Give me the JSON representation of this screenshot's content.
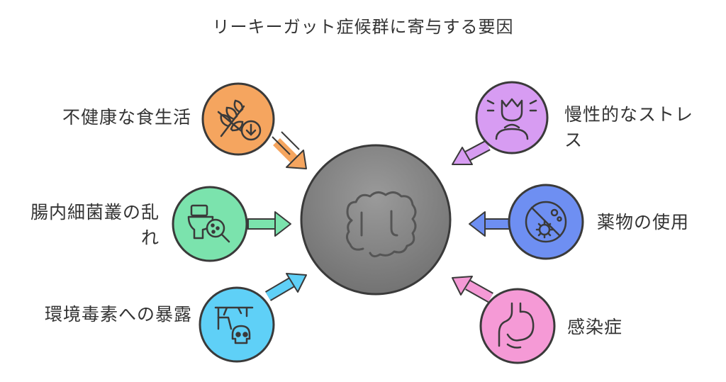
{
  "title": "リーキーガット症候群に寄与する要因",
  "center": {
    "icon": "intestine-icon",
    "color": "#8a8a8a"
  },
  "factors": [
    {
      "id": "diet",
      "label": "不健康な食生活",
      "icon": "wheat-down-icon",
      "color": "#f5a55f"
    },
    {
      "id": "microbiome",
      "label": "腸内細菌叢の乱れ",
      "icon": "toilet-bacteria-icon",
      "color": "#7be3ad"
    },
    {
      "id": "toxins",
      "label": "環境毒素への暴露",
      "icon": "toxic-skull-icon",
      "color": "#5fd0f7"
    },
    {
      "id": "stress",
      "label": "慢性的なストレス",
      "icon": "stressed-person-icon",
      "color": "#d79cf2"
    },
    {
      "id": "medication",
      "label": "薬物の使用",
      "icon": "medicine-virus-icon",
      "color": "#6e8ff2"
    },
    {
      "id": "infection",
      "label": "感染症",
      "icon": "stomach-icon",
      "color": "#f59ad6"
    }
  ]
}
